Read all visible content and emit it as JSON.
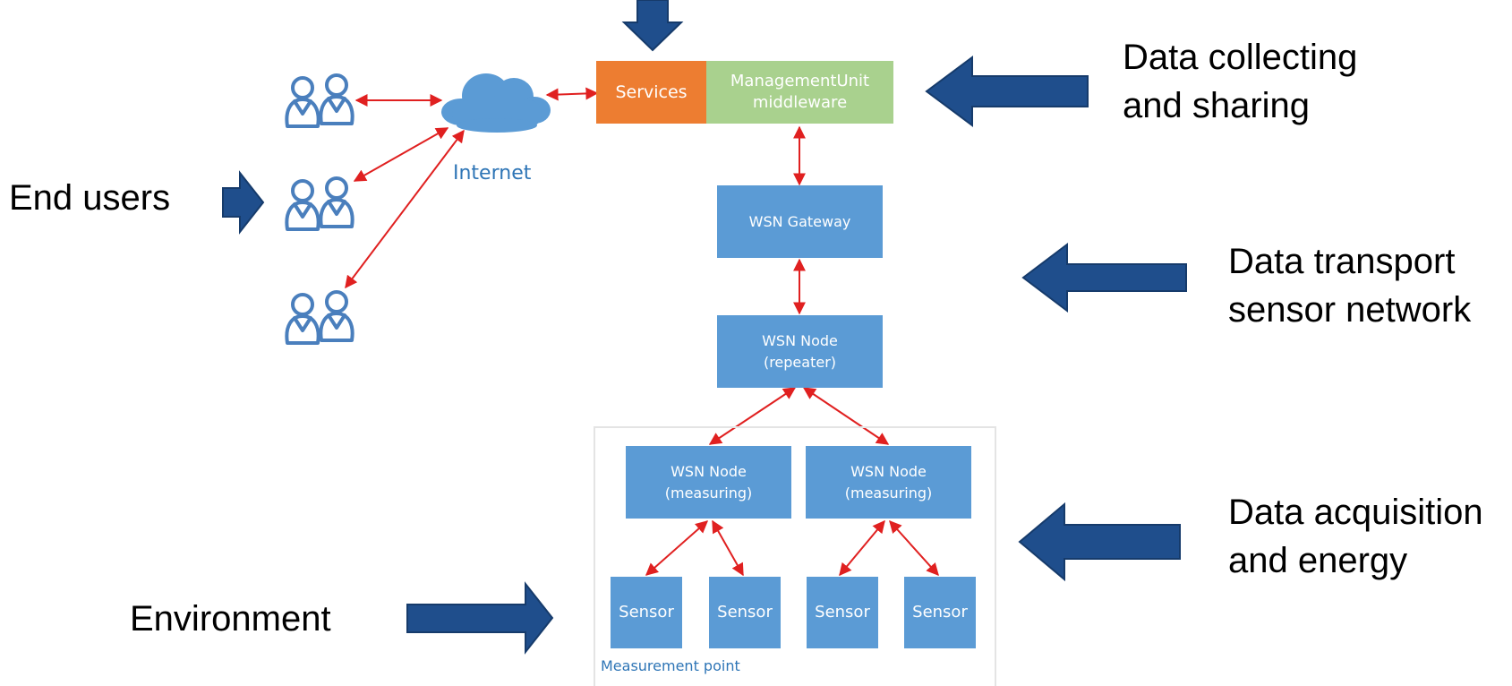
{
  "labels": {
    "data_collecting": "Data collecting\nand sharing",
    "end_users": "End users",
    "data_transport": "Data transport\nsensor network",
    "data_acquisition": "Data acquisition\nand energy",
    "environment": "Environment",
    "internet": "Internet",
    "measurement_point": "Measurement point"
  },
  "boxes": {
    "services": "Services",
    "management": "ManagementUnit\nmiddleware",
    "gateway": "WSN Gateway",
    "node_repeater": "WSN Node\n(repeater)",
    "node_measuring_left": "WSN Node\n(measuring)",
    "node_measuring_right": "WSN Node\n(measuring)",
    "sensors": [
      "Sensor",
      "Sensor",
      "Sensor",
      "Sensor"
    ]
  },
  "colors": {
    "node_blue": "#5b9bd5",
    "services_orange": "#ed7d31",
    "middleware_green": "#a9d18e",
    "connector_red": "#e02020",
    "big_arrow_navy": "#1f4e8c",
    "text_blue": "#2e75b6",
    "user_icon_blue": "#4a7fbd",
    "cloud_blue": "#5b9bd5"
  },
  "icons": {
    "user_groups": [
      "users-icon",
      "users-icon",
      "users-icon"
    ],
    "cloud": "cloud-icon"
  }
}
